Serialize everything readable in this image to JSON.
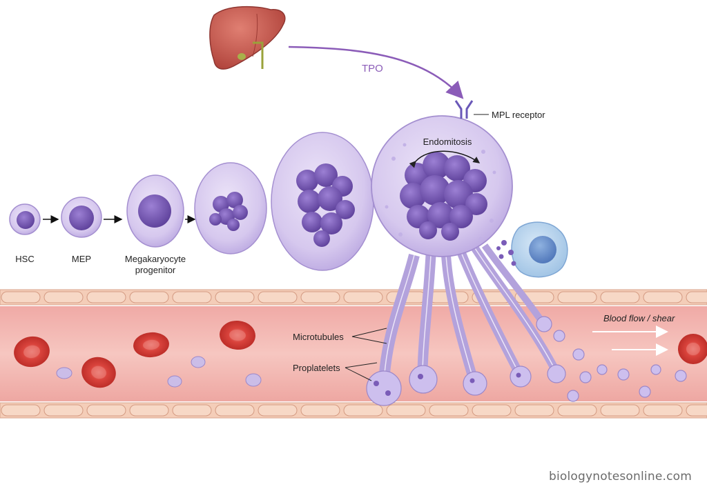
{
  "labels": {
    "hsc": "HSC",
    "mep": "MEP",
    "progenitor_line1": "Megakaryocyte",
    "progenitor_line2": "progenitor",
    "tpo": "TPO",
    "mpl": "MPL receptor",
    "endomitosis": "Endomitosis",
    "microtubules": "Microtubules",
    "proplatelets": "Proplatelets",
    "blood_flow": "Blood flow / shear"
  },
  "watermark": "biologynotesonline.com",
  "colors": {
    "cell_fill": "#d9ccef",
    "cell_stroke": "#a48fd0",
    "nucleus": "#7a5cb8",
    "nucleus_dark": "#5c3f99",
    "vessel_lumen": "#f2b8b2",
    "vessel_wall": "#f4cdb8",
    "rbc": "#d83a34",
    "liver": "#c9524a",
    "tpo_arrow": "#8b5cb8",
    "flow_arrow": "#ffffff"
  }
}
